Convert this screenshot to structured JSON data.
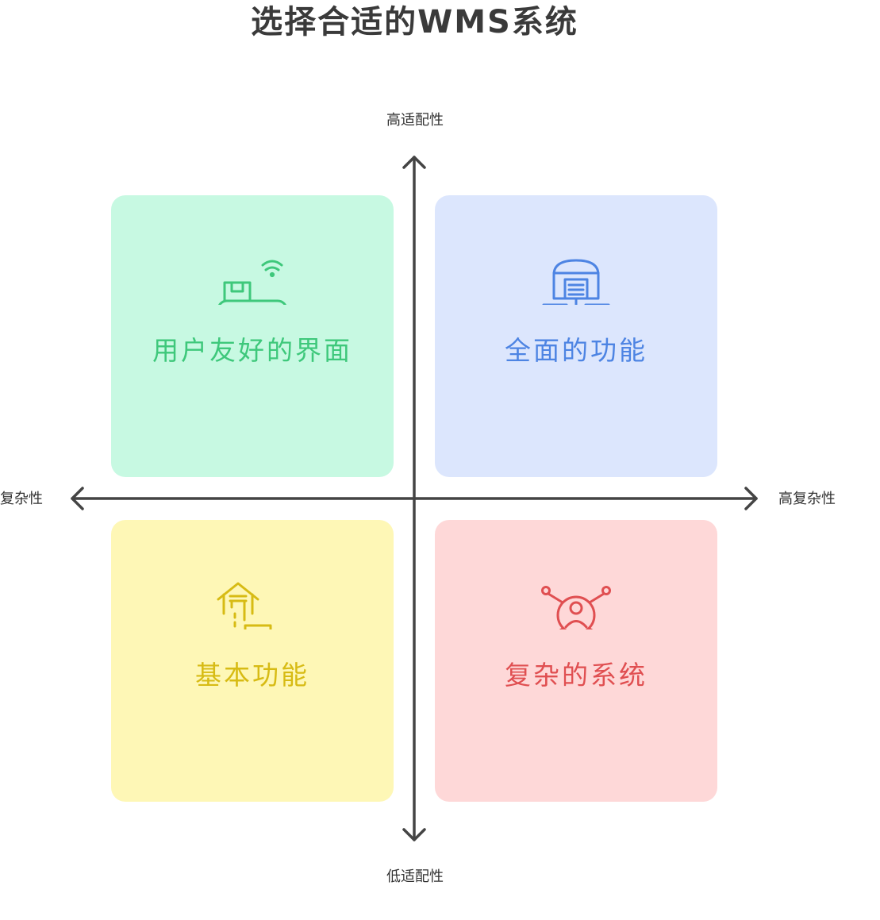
{
  "title": "选择合适的WMS系统",
  "axes": {
    "y_top": "高适配性",
    "y_bottom": "低适配性",
    "x_left": "复杂性",
    "x_right": "高复杂性",
    "color": "#444444"
  },
  "quadrants": [
    {
      "label": "用户友好的界面",
      "icon": "conveyor-wifi-icon",
      "color": "#3ec87b",
      "background": "#c7f9e2"
    },
    {
      "label": "全面的功能",
      "icon": "warehouse-network-icon",
      "color": "#4d84e3",
      "background": "#dce6fd"
    },
    {
      "label": "基本功能",
      "icon": "warehouse-truck-icon",
      "color": "#d7bb14",
      "background": "#fef7b6"
    },
    {
      "label": "复杂的系统",
      "icon": "user-network-icon",
      "color": "#e04f51",
      "background": "#fed8d8"
    }
  ]
}
